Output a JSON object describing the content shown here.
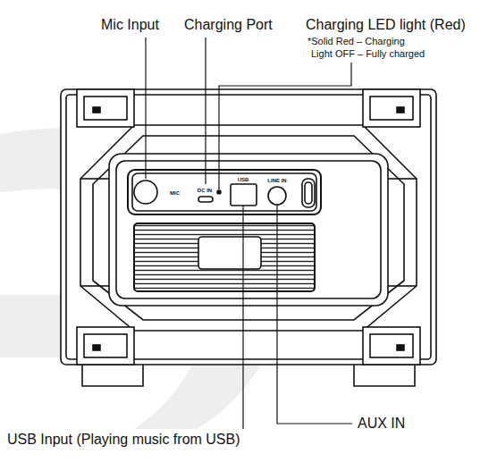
{
  "diagram": {
    "labels": [
      "Mic Input",
      "Charging Port",
      "Charging LED light (Red)",
      "*Solid Red – Charging",
      "Light OFF – Fully charged",
      "MIC",
      "DC IN",
      "USB",
      "LINE IN",
      "USB Input (Playing music from USB)",
      "AUX IN"
    ]
  }
}
